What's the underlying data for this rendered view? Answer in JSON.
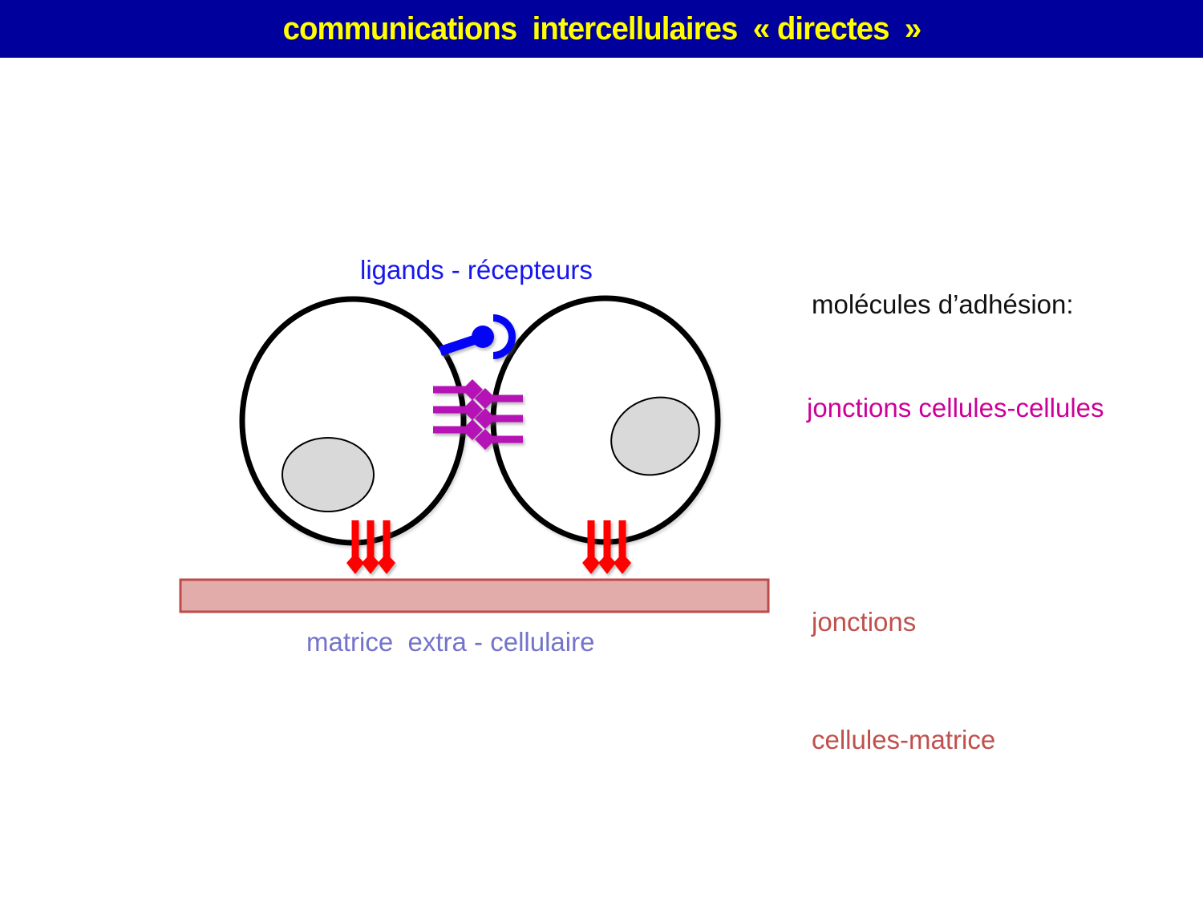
{
  "header": {
    "title": "communications  intercellulaires  « directes  »"
  },
  "labels": {
    "ligands_receptors": "ligands - récepteurs",
    "adhesion_molecules": "molécules d’adhésion:",
    "junctions_cell_cell": "jonctions cellules-cellules",
    "junctions_cell_matrix_line1": "jonctions",
    "junctions_cell_matrix_line2": "cellules-matrice",
    "extracellular_matrix": "matrice  extra - cellulaire"
  },
  "diagram": {
    "elements": [
      {
        "name": "cell-left",
        "type": "cell"
      },
      {
        "name": "cell-right",
        "type": "cell"
      },
      {
        "name": "nucleus-left",
        "type": "nucleus"
      },
      {
        "name": "nucleus-right",
        "type": "nucleus"
      },
      {
        "name": "ligand-receptor-icon",
        "type": "icon"
      },
      {
        "name": "cell-cell-junction-icon",
        "type": "icon"
      },
      {
        "name": "cell-matrix-junction-left-icon",
        "type": "icon"
      },
      {
        "name": "cell-matrix-junction-right-icon",
        "type": "icon"
      },
      {
        "name": "extracellular-matrix-bar",
        "type": "bar"
      }
    ]
  },
  "colors": {
    "header_bg": "#00009C",
    "title_text": "#FFFF00",
    "ligand_blue": "#0505F5",
    "label_blue": "#1616EE",
    "junction_magenta": "#B513B5",
    "label_magenta": "#CC0099",
    "junction_red": "#FF0000",
    "label_brick": "#C0504D",
    "matrix_fill": "#E1ACAA",
    "matrix_border": "#BE4B48",
    "label_slate": "#7373CB",
    "nucleus_fill": "#D9D9D9",
    "cell_stroke": "#000000"
  }
}
